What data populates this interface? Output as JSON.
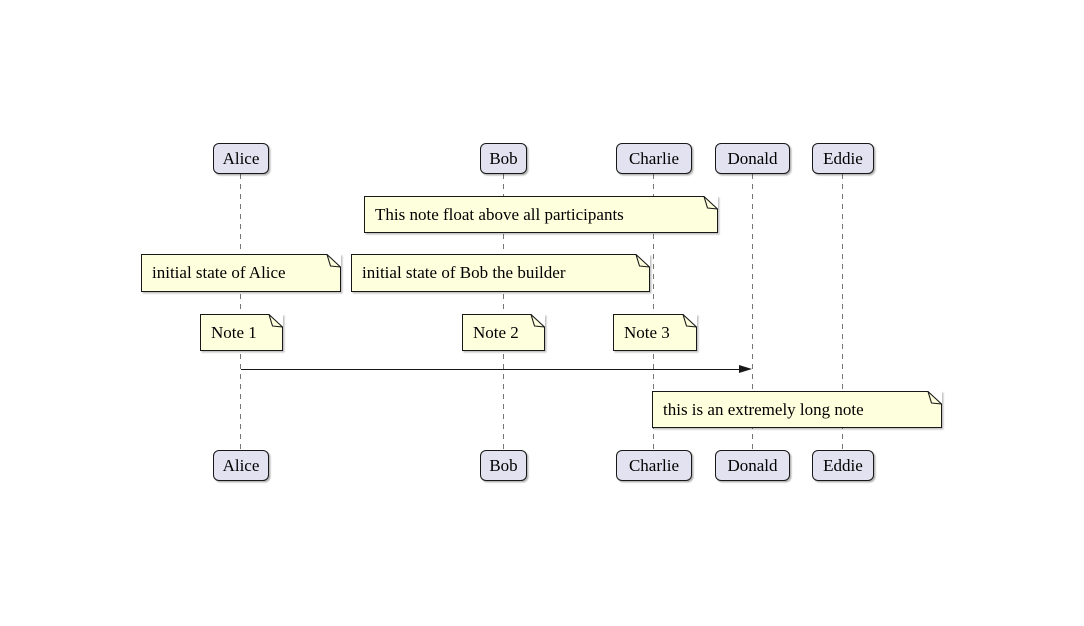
{
  "diagram_type": "sequence-diagram",
  "participants": [
    {
      "name": "Alice"
    },
    {
      "name": "Bob"
    },
    {
      "name": "Charlie"
    },
    {
      "name": "Donald"
    },
    {
      "name": "Eddie"
    }
  ],
  "notes": {
    "float_above_all": "This note float above all participants",
    "initial_alice": "initial state of Alice",
    "initial_bob": "initial state of Bob the builder",
    "note1": "Note 1",
    "note2": "Note 2",
    "note3": "Note 3",
    "long_note": "this is an extremely long note"
  },
  "messages": [
    {
      "from": "Alice",
      "to": "Donald",
      "label": ""
    }
  ],
  "colors": {
    "background": "#FFFFFF",
    "participant_fill": "#E2E2F0",
    "participant_border": "#181818",
    "note_fill": "#FEFFDD",
    "note_border": "#181818",
    "lifeline": "#777777",
    "arrow": "#181818"
  }
}
